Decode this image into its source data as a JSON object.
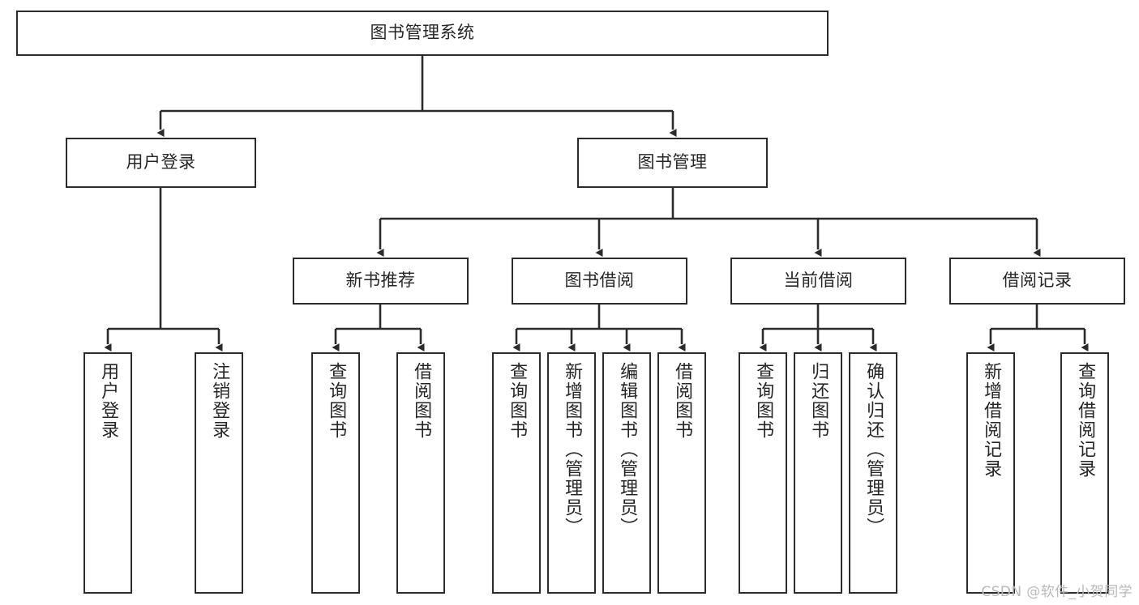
{
  "diagram": {
    "type": "tree-hierarchy",
    "title": "图书管理系统",
    "watermark": "CSDN @软件_小贺同学",
    "colors": {
      "box_border": "#2b2b2b",
      "box_fill": "#ffffff",
      "edge": "#2b2b2b",
      "text": "#262626",
      "watermark": "#b9b9b9"
    },
    "root": {
      "label": "图书管理系统"
    },
    "level2": [
      {
        "id": "user-login",
        "label": "用户登录"
      },
      {
        "id": "book-manage",
        "label": "图书管理"
      }
    ],
    "level3": [
      {
        "id": "new-book-recommend",
        "label": "新书推荐"
      },
      {
        "id": "book-borrow",
        "label": "图书借阅"
      },
      {
        "id": "current-borrow",
        "label": "当前借阅"
      },
      {
        "id": "borrow-record",
        "label": "借阅记录"
      }
    ],
    "leaves": {
      "user-login": [
        {
          "id": "leaf-user-login",
          "label": "用户登录"
        },
        {
          "id": "leaf-logout-login",
          "label": "注销登录"
        }
      ],
      "new-book-recommend": [
        {
          "id": "leaf-query-book-1",
          "label": "查询图书"
        },
        {
          "id": "leaf-borrow-book-1",
          "label": "借阅图书"
        }
      ],
      "book-borrow": [
        {
          "id": "leaf-query-book-2",
          "label": "查询图书"
        },
        {
          "id": "leaf-add-book-admin",
          "label": "新增图书（管理员）"
        },
        {
          "id": "leaf-edit-book-admin",
          "label": "编辑图书（管理员）"
        },
        {
          "id": "leaf-borrow-book-2",
          "label": "借阅图书"
        }
      ],
      "current-borrow": [
        {
          "id": "leaf-query-book-3",
          "label": "查询图书"
        },
        {
          "id": "leaf-return-book",
          "label": "归还图书"
        },
        {
          "id": "leaf-confirm-return-admin",
          "label": "确认归还（管理员）"
        }
      ],
      "borrow-record": [
        {
          "id": "leaf-add-borrow-record",
          "label": "新增借阅记录"
        },
        {
          "id": "leaf-query-borrow-record",
          "label": "查询借阅记录"
        }
      ]
    }
  }
}
